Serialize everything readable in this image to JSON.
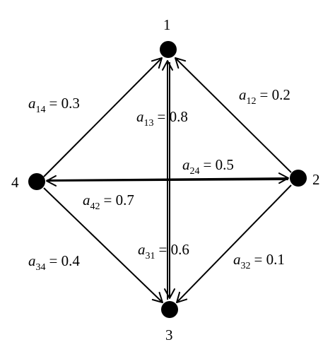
{
  "nodes": [
    {
      "id": "1",
      "label": "1"
    },
    {
      "id": "2",
      "label": "2"
    },
    {
      "id": "3",
      "label": "3"
    },
    {
      "id": "4",
      "label": "4"
    }
  ],
  "edges": [
    {
      "from": "4",
      "to": "1",
      "sym": "a",
      "idx": "14",
      "val": "= 0.3"
    },
    {
      "from": "2",
      "to": "1",
      "sym": "a",
      "idx": "12",
      "val": "= 0.2"
    },
    {
      "from": "3",
      "to": "1",
      "sym": "a",
      "idx": "13",
      "val": "= 0.8"
    },
    {
      "from": "4",
      "to": "2",
      "sym": "a",
      "idx": "24",
      "val": "= 0.5"
    },
    {
      "from": "2",
      "to": "4",
      "sym": "a",
      "idx": "42",
      "val": "= 0.7"
    },
    {
      "from": "1",
      "to": "3",
      "sym": "a",
      "idx": "31",
      "val": "= 0.6"
    },
    {
      "from": "4",
      "to": "3",
      "sym": "a",
      "idx": "34",
      "val": "= 0.4"
    },
    {
      "from": "2",
      "to": "3",
      "sym": "a",
      "idx": "32",
      "val": "= 0.1"
    }
  ]
}
